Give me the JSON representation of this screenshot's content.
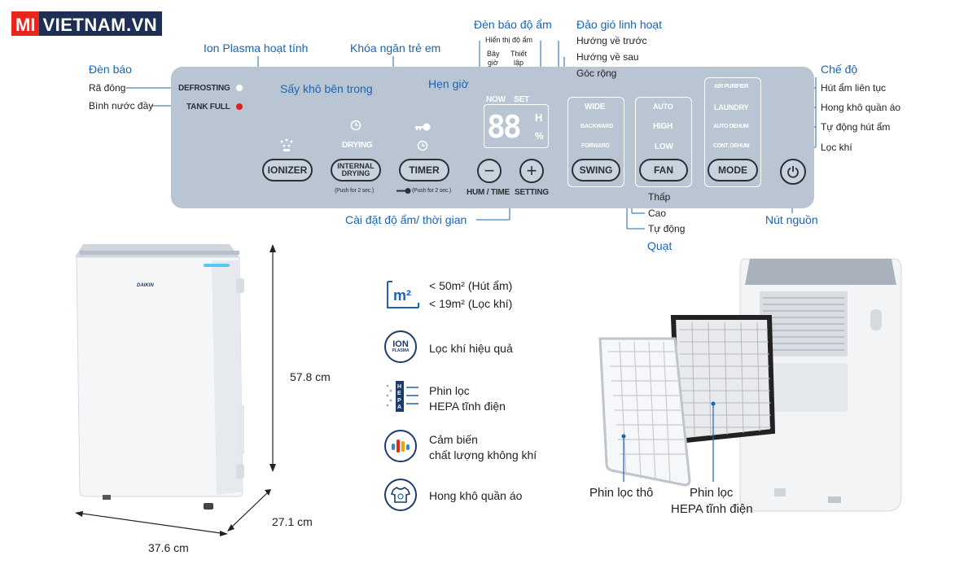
{
  "logo": {
    "mi": "MI",
    "rest": "VIETNAM.VN"
  },
  "panel": {
    "defrosting": "DEFROSTING",
    "tank_full": "TANK FULL",
    "ionizer": "IONIZER",
    "drying_top": "DRYING",
    "internal_drying": "INTERNAL DRYING",
    "push_note_drying": "(Push for 2 sec.)",
    "timer": "TIMER",
    "push_note_timer": "(Push for 2 sec.)",
    "minus": "−",
    "plus": "+",
    "hum_time": "HUM / TIME",
    "setting": "SETTING",
    "now": "NOW",
    "set": "SET",
    "digits": "88",
    "h_unit": "H",
    "percent": "%",
    "wide": "WIDE",
    "backward": "BACKWARD",
    "forward": "FORWARD",
    "swing": "SWING",
    "auto": "AUTO",
    "high": "HIGH",
    "low": "LOW",
    "fan": "FAN",
    "air_purifier": "AIR PURIFIER",
    "laundry": "LAUNDRY",
    "auto_dehum": "AUTO DEHUM",
    "cont_dehum": "CONT. DEHUM",
    "mode": "MODE",
    "colors": {
      "panel": "#b9c5d2",
      "white_led": "#ffffff",
      "red_led": "#e02020",
      "annotation_blue": "#1a64b4"
    }
  },
  "annotations": {
    "den_bao": "Đèn báo",
    "ra_dong": "Rã đông",
    "binh_nuoc_day": "Bình nước đầy",
    "ion_plasma": "Ion Plasma hoạt tính",
    "say_kho": "Sấy khô bên trong",
    "khoa_tre_em": "Khóa ngăn trẻ em",
    "hen_gio": "Hẹn giờ",
    "den_bao_do_am": "Đèn báo độ ẩm",
    "hien_thi_do_am": "Hiển thị độ ẩm",
    "bay_gio_1": "Bây",
    "bay_gio_2": "giờ",
    "thiet_lap_1": "Thiết",
    "thiet_lap_2": "lập",
    "dao_gio": "Đảo gió linh hoạt",
    "huong_truoc": "Hướng về trước",
    "huong_sau": "Hướng về sau",
    "goc_rong": "Góc rộng",
    "che_do": "Chế độ",
    "hut_am_lien_tuc": "Hút ẩm liên tục",
    "hong_kho": "Hong khô quần áo",
    "tu_dong_hut_am": "Tự động hút ẩm",
    "loc_khi": "Lọc khí",
    "cai_dat": "Cài đặt độ ẩm/ thời gian",
    "thap": "Thấp",
    "cao": "Cao",
    "tu_dong": "Tự động",
    "quat": "Quạt",
    "nut_nguon": "Nút nguồn"
  },
  "dimensions": {
    "height": "57.8 cm",
    "depth": "27.1 cm",
    "width": "37.6 cm"
  },
  "features": [
    {
      "icon": "area-m2-icon",
      "line1": "< 50m² (Hút ẩm)",
      "line2": "< 19m² (Lọc khí)"
    },
    {
      "icon": "ion-plasma-icon",
      "line1": "Lọc khí hiệu quả",
      "line2": ""
    },
    {
      "icon": "hepa-icon",
      "line1": "Phin lọc",
      "line2": "HEPA tĩnh điện"
    },
    {
      "icon": "air-quality-sensor-icon",
      "line1": "Cảm biến",
      "line2": "chất lượng không khí"
    },
    {
      "icon": "laundry-icon",
      "line1": "Hong khô quần áo",
      "line2": ""
    }
  ],
  "icon_text": {
    "m2": "m²",
    "ion": "ION",
    "plasma": "PLASMA",
    "hepa": "HEPA"
  },
  "brand": "DAIKIN",
  "filters": {
    "coarse": "Phin lọc thô",
    "hepa_1": "Phin lọc",
    "hepa_2": "HEPA tĩnh điện"
  }
}
